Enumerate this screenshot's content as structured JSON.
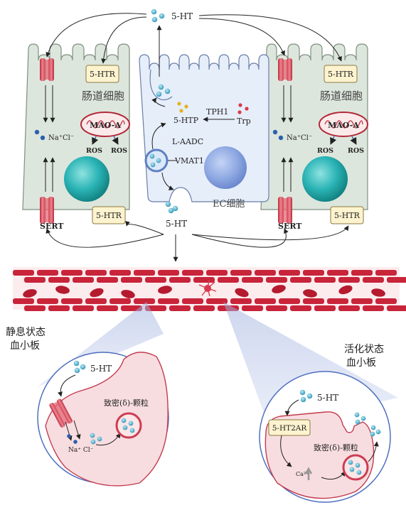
{
  "labels": {
    "serotonin_top": "5-HT",
    "serotonin_bottom": "5-HT",
    "htr_left_top": "5-HTR",
    "htr_left_bottom": "5-HTR",
    "htr_right_top": "5-HTR",
    "htr_right_bottom": "5-HTR",
    "enterocyte_left": "肠道细胞",
    "enterocyte_right": "肠道细胞",
    "mao_left": "MAO-A",
    "mao_right": "MAO-A",
    "ros_left_1": "ROS",
    "ros_left_2": "ROS",
    "ros_right_1": "ROS",
    "ros_right_2": "ROS",
    "ion_left": "Na⁺Cl⁻",
    "ion_right": "Na⁺Cl⁻",
    "sert_left": "SERT",
    "sert_right": "SERT",
    "tph1": "TPH1",
    "trp": "Trp",
    "htp": "5-HTP",
    "laadc": "L-AADC",
    "vmat1": "VMAT1",
    "ec_cell": "EC细胞",
    "resting_platelet_line1": "静息状态",
    "resting_platelet_line2": "血小板",
    "resting_serotonin": "5-HT",
    "resting_ions": "Na⁺ Cl⁻",
    "resting_granule": "致密(δ)-颗粒",
    "activated_platelet_line1": "活化状态",
    "activated_platelet_line2": "血小板",
    "activated_serotonin": "5-HT",
    "activated_receptor": "5-HT2AR",
    "activated_granule": "致密(δ)-颗粒",
    "calcium": "Ca²⁺"
  },
  "icons": [
    "mitochondrion-icon",
    "sert-transporter-icon",
    "vesicle-icon",
    "nucleus-icon",
    "red-blood-cell-icon",
    "activated-platelet-icon"
  ],
  "colors": {
    "enterocyte_fill": "#dde6dc",
    "ec_cell_fill": "#e6eefa",
    "receptor_box": "#fdf3cf",
    "sert_red": "#d94a5a",
    "nucleus_teal": "#2bb4b6",
    "ec_nucleus": "#7f9bd8",
    "granule_blue": "#3aa7c9",
    "vessel_red": "#c8243a",
    "platelet_pink": "#f8dde0"
  }
}
